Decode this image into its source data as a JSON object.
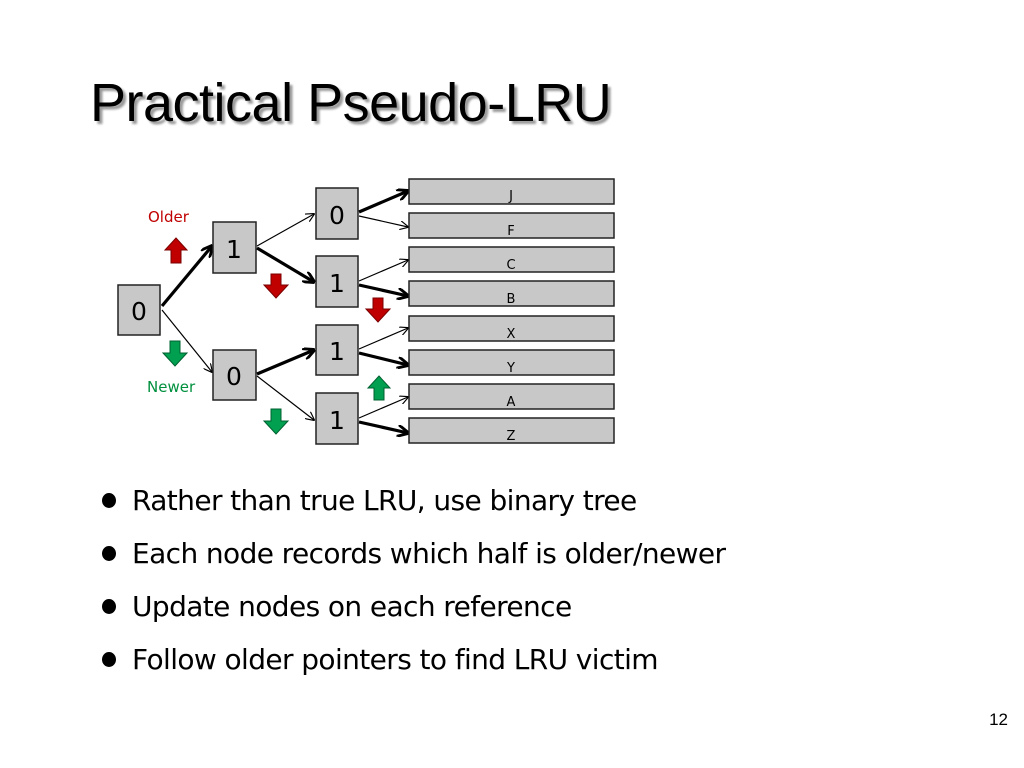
{
  "slide": {
    "title": "Practical Pseudo-LRU",
    "page_number": "12"
  },
  "diagram": {
    "legend": {
      "older_label": "Older",
      "newer_label": "Newer",
      "older_color": "#c00000",
      "newer_color": "#00a050"
    },
    "tree": {
      "root": "0",
      "level1": [
        "1",
        "0"
      ],
      "level2": [
        "0",
        "1",
        "1",
        "1"
      ]
    },
    "cache_lines": [
      "J",
      "F",
      "C",
      "B",
      "X",
      "Y",
      "A",
      "Z"
    ],
    "colors": {
      "box_fill": "#c8c8c8",
      "box_stroke": "#222222",
      "older_arrow": "#c00000",
      "newer_arrow": "#00a050"
    }
  },
  "bullets": [
    "Rather than true LRU, use binary tree",
    "Each node records which half is older/newer",
    "Update nodes on each reference",
    "Follow older pointers to find LRU victim"
  ]
}
